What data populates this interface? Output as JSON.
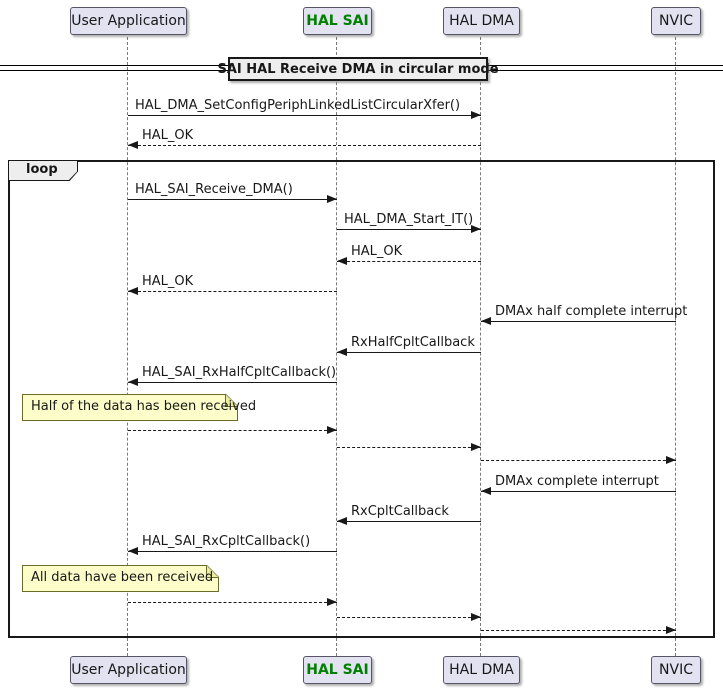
{
  "diagram": {
    "title": "SAI HAL Receive DMA in circular mode",
    "loop_label": "loop"
  },
  "participants": [
    {
      "name": "User Application"
    },
    {
      "name": "HAL SAI"
    },
    {
      "name": "HAL DMA"
    },
    {
      "name": "NVIC"
    }
  ],
  "messages": [
    {
      "label": "HAL_DMA_SetConfigPeriphLinkedListCircularXfer()",
      "from": "User Application",
      "to": "HAL DMA",
      "style": "solid"
    },
    {
      "label": "HAL_OK",
      "from": "HAL DMA",
      "to": "User Application",
      "style": "dashed"
    },
    {
      "label": "HAL_SAI_Receive_DMA()",
      "from": "User Application",
      "to": "HAL SAI",
      "style": "solid"
    },
    {
      "label": "HAL_DMA_Start_IT()",
      "from": "HAL SAI",
      "to": "HAL DMA",
      "style": "solid"
    },
    {
      "label": "HAL_OK",
      "from": "HAL DMA",
      "to": "HAL SAI",
      "style": "dashed"
    },
    {
      "label": "HAL_OK",
      "from": "HAL SAI",
      "to": "User Application",
      "style": "dashed"
    },
    {
      "label": "DMAx half complete interrupt",
      "from": "NVIC",
      "to": "HAL DMA",
      "style": "solid"
    },
    {
      "label": "RxHalfCpltCallback",
      "from": "HAL DMA",
      "to": "HAL SAI",
      "style": "solid"
    },
    {
      "label": "HAL_SAI_RxHalfCpltCallback()",
      "from": "HAL SAI",
      "to": "User Application",
      "style": "solid"
    },
    {
      "label": "",
      "from": "User Application",
      "to": "HAL SAI",
      "style": "dashed"
    },
    {
      "label": "",
      "from": "HAL SAI",
      "to": "HAL DMA",
      "style": "dashed"
    },
    {
      "label": "",
      "from": "HAL DMA",
      "to": "NVIC",
      "style": "dashed"
    },
    {
      "label": "DMAx complete interrupt",
      "from": "NVIC",
      "to": "HAL DMA",
      "style": "solid"
    },
    {
      "label": "RxCpltCallback",
      "from": "HAL DMA",
      "to": "HAL SAI",
      "style": "solid"
    },
    {
      "label": "HAL_SAI_RxCpltCallback()",
      "from": "HAL SAI",
      "to": "User Application",
      "style": "solid"
    },
    {
      "label": "",
      "from": "User Application",
      "to": "HAL SAI",
      "style": "dashed"
    },
    {
      "label": "",
      "from": "HAL SAI",
      "to": "HAL DMA",
      "style": "dashed"
    },
    {
      "label": "",
      "from": "HAL DMA",
      "to": "NVIC",
      "style": "dashed"
    }
  ],
  "notes": [
    {
      "text": "Half of the data has been received"
    },
    {
      "text": "All data have been received"
    }
  ],
  "colors": {
    "participant_fill": "#E2E2F0",
    "participant_border": "#555566",
    "hal_sai_text": "#008000",
    "title_fill": "#EEEEEE",
    "frame_tab_fill": "#EEEEEE",
    "note_fill": "#FDFDC9",
    "note_border": "#6b6b2a",
    "line": "#181818",
    "lifeline": "#7a7a7a"
  }
}
